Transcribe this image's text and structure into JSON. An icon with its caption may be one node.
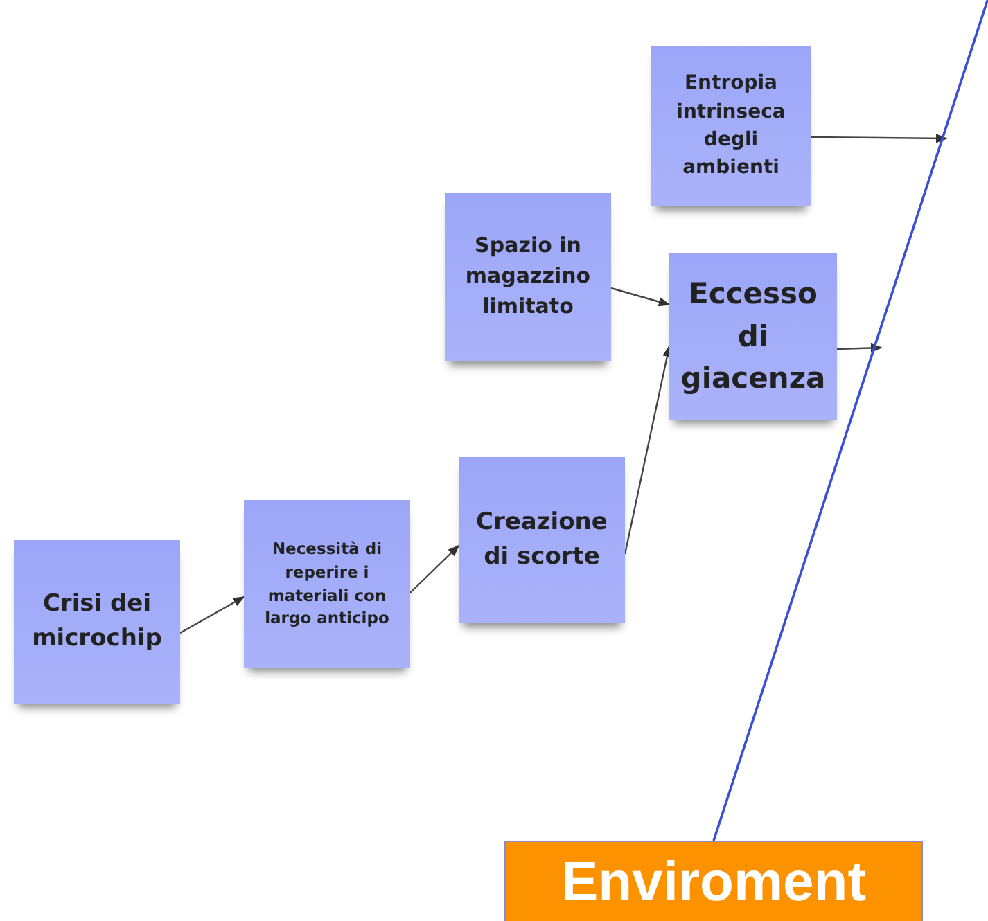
{
  "diagram": {
    "nodes": [
      {
        "text": [
          "Entropia intrinseca degli ambienti"
        ]
      },
      {
        "text": [
          "Spazio in magazzino limitato"
        ]
      },
      {
        "text": [
          "Eccesso di giacenza"
        ]
      },
      {
        "text": [
          "Crisi dei microchip"
        ]
      },
      {
        "text": [
          "Necessità di reperire i materiali con largo anticipo"
        ]
      },
      {
        "text": [
          "Creazione di scorte"
        ]
      },
      {
        "text": [
          "Enviroment"
        ]
      }
    ],
    "edges": [
      {
        "from": 0,
        "to": null,
        "arrow": "to"
      },
      {
        "from": 1,
        "to": 2,
        "arrow": "to"
      },
      {
        "from": 5,
        "to": 2,
        "arrow": "to"
      },
      {
        "from": 2,
        "to": null,
        "arrow": "to"
      },
      {
        "from": 3,
        "to": 4,
        "arrow": "to"
      },
      {
        "from": 4,
        "to": 5,
        "arrow": "to"
      },
      {
        "from": 6,
        "to": null,
        "arrow": "none",
        "color": "#3a4fd6"
      }
    ]
  }
}
